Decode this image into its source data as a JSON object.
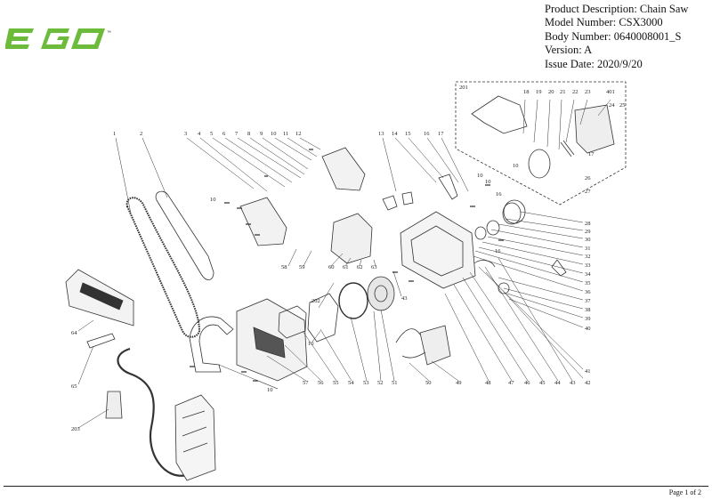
{
  "brand": {
    "name": "EGO",
    "color": "#6dbb3a"
  },
  "header": {
    "product_description": "Product Description: Chain Saw",
    "model_number": "Model Number: CSX3000",
    "body_number": "Body Number: 0640008001_S",
    "version": "Version: A",
    "issue_date": "Issue Date: 2020/9/20"
  },
  "callout_labels": [
    {
      "id": "c1",
      "text": "1"
    },
    {
      "id": "c2",
      "text": "2"
    },
    {
      "id": "c3",
      "text": "3"
    },
    {
      "id": "c4",
      "text": "4"
    },
    {
      "id": "c5",
      "text": "5"
    },
    {
      "id": "c6",
      "text": "6"
    },
    {
      "id": "c7",
      "text": "7"
    },
    {
      "id": "c8",
      "text": "8"
    },
    {
      "id": "c9",
      "text": "9"
    },
    {
      "id": "c10",
      "text": "10"
    },
    {
      "id": "c11",
      "text": "11"
    },
    {
      "id": "c12",
      "text": "12"
    },
    {
      "id": "c13",
      "text": "13"
    },
    {
      "id": "c14",
      "text": "14"
    },
    {
      "id": "c15",
      "text": "15"
    },
    {
      "id": "c16",
      "text": "16"
    },
    {
      "id": "c17",
      "text": "17"
    },
    {
      "id": "c10b",
      "text": "10"
    },
    {
      "id": "c10c",
      "text": "10"
    },
    {
      "id": "c10d",
      "text": "10"
    },
    {
      "id": "c16b",
      "text": "16"
    },
    {
      "id": "c201",
      "text": "201"
    },
    {
      "id": "c18",
      "text": "18"
    },
    {
      "id": "c19",
      "text": "19"
    },
    {
      "id": "c20",
      "text": "20"
    },
    {
      "id": "c21",
      "text": "21"
    },
    {
      "id": "c22",
      "text": "22"
    },
    {
      "id": "c23",
      "text": "23"
    },
    {
      "id": "c401",
      "text": "401"
    },
    {
      "id": "c24",
      "text": "24"
    },
    {
      "id": "c25",
      "text": "25"
    },
    {
      "id": "c10e",
      "text": "10"
    },
    {
      "id": "c17b",
      "text": "17"
    },
    {
      "id": "c26",
      "text": "26"
    },
    {
      "id": "c27",
      "text": "27"
    },
    {
      "id": "c28",
      "text": "28"
    },
    {
      "id": "c29",
      "text": "29"
    },
    {
      "id": "c30",
      "text": "30"
    },
    {
      "id": "c31",
      "text": "31"
    },
    {
      "id": "c32",
      "text": "32"
    },
    {
      "id": "c33",
      "text": "33"
    },
    {
      "id": "c34",
      "text": "34"
    },
    {
      "id": "c35",
      "text": "35"
    },
    {
      "id": "c36",
      "text": "36"
    },
    {
      "id": "c37",
      "text": "37"
    },
    {
      "id": "c38",
      "text": "38"
    },
    {
      "id": "c39",
      "text": "39"
    },
    {
      "id": "c40",
      "text": "40"
    },
    {
      "id": "c16c",
      "text": "16"
    },
    {
      "id": "c58",
      "text": "58"
    },
    {
      "id": "c59",
      "text": "59"
    },
    {
      "id": "c60",
      "text": "60"
    },
    {
      "id": "c61",
      "text": "61"
    },
    {
      "id": "c62",
      "text": "62"
    },
    {
      "id": "c63",
      "text": "63"
    },
    {
      "id": "c43",
      "text": "43"
    },
    {
      "id": "c202",
      "text": "202"
    },
    {
      "id": "c10f",
      "text": "10"
    },
    {
      "id": "c64",
      "text": "64"
    },
    {
      "id": "c65",
      "text": "65"
    },
    {
      "id": "c203",
      "text": "203"
    },
    {
      "id": "c10g",
      "text": "10"
    },
    {
      "id": "c57",
      "text": "57"
    },
    {
      "id": "c56",
      "text": "56"
    },
    {
      "id": "c55",
      "text": "55"
    },
    {
      "id": "c54",
      "text": "54"
    },
    {
      "id": "c53",
      "text": "53"
    },
    {
      "id": "c52",
      "text": "52"
    },
    {
      "id": "c51",
      "text": "51"
    },
    {
      "id": "c50",
      "text": "50"
    },
    {
      "id": "c49",
      "text": "49"
    },
    {
      "id": "c48",
      "text": "48"
    },
    {
      "id": "c47",
      "text": "47"
    },
    {
      "id": "c46",
      "text": "46"
    },
    {
      "id": "c45",
      "text": "45"
    },
    {
      "id": "c44",
      "text": "44"
    },
    {
      "id": "c43b",
      "text": "43"
    },
    {
      "id": "c42",
      "text": "42"
    },
    {
      "id": "c41",
      "text": "41"
    }
  ],
  "footer": {
    "page": "Page 1 of 2"
  }
}
